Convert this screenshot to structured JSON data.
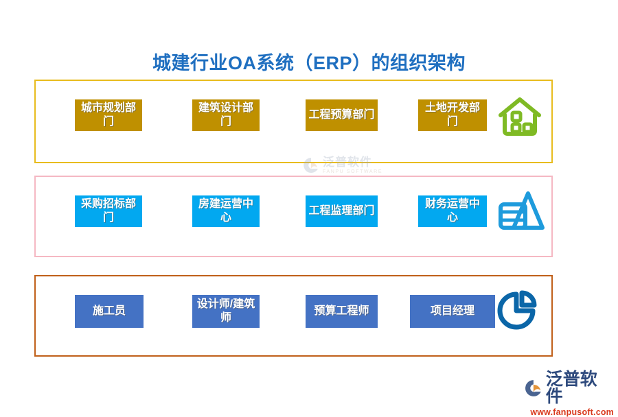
{
  "page": {
    "title": "城建行业OA系统（ERP）的组织架构",
    "background_color": "#FFFFFF",
    "title_color": "#1F6FC0"
  },
  "tiers": [
    {
      "name": "tier-1-departments",
      "border_color": "#E8BC1E",
      "node_color": "#BF9000",
      "icon": "house-icon",
      "icon_color": "#7FBA24",
      "nodes": [
        {
          "label": "城市规划部门"
        },
        {
          "label": "建筑设计部门"
        },
        {
          "label": "工程预算部门"
        },
        {
          "label": "土地开发部门"
        }
      ]
    },
    {
      "name": "tier-2-centers",
      "border_color": "#F5B8C3",
      "node_color": "#02A8F0",
      "icon": "triangle-chart-icon",
      "icon_color": "#1E9BDC",
      "nodes": [
        {
          "label": "采购招标部门"
        },
        {
          "label": "房建运营中心"
        },
        {
          "label": "工程监理部门"
        },
        {
          "label": "财务运营中心"
        }
      ]
    },
    {
      "name": "tier-3-roles",
      "border_color": "#C0601A",
      "node_color": "#4472C4",
      "icon": "pie-chart-icon",
      "icon_color": "#0B66A8",
      "nodes": [
        {
          "label": "施工员"
        },
        {
          "label": "设计师/建筑师"
        },
        {
          "label": "预算工程师"
        },
        {
          "label": "项目经理"
        }
      ]
    }
  ],
  "watermark": {
    "cn": "泛普软件",
    "en": "FANPU SOFTWARE"
  },
  "brand": {
    "cn": "泛普软件",
    "url": "www.fanpusoft.com"
  }
}
